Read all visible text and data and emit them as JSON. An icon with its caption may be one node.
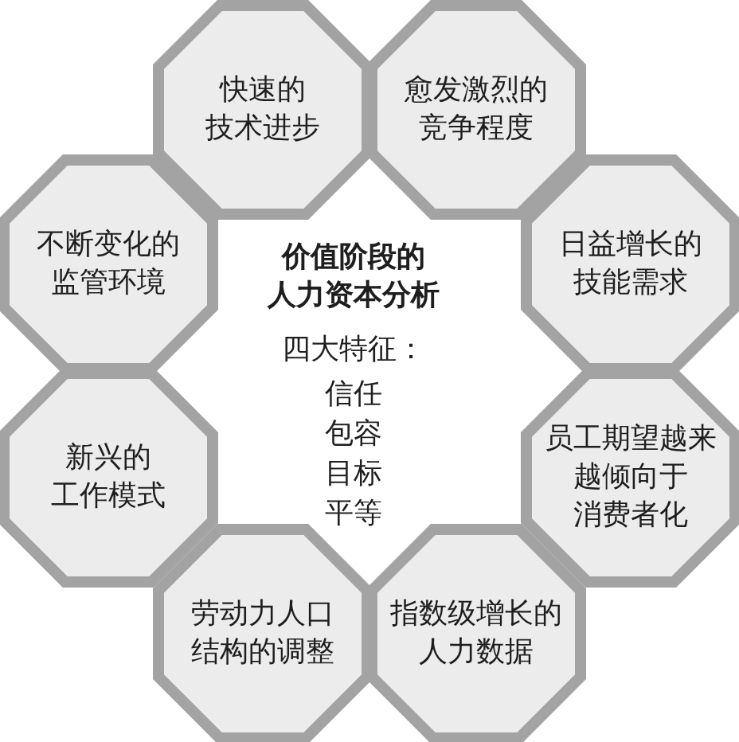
{
  "diagram": {
    "nodes": [
      {
        "text": [
          "快速的技术进步"
        ]
      },
      {
        "text": [
          "愈发激烈的竞争程度"
        ]
      },
      {
        "text": [
          "不断变化的监管环境"
        ]
      },
      {
        "text": [
          "日益增长的技能需求"
        ]
      },
      {
        "text": [
          "新兴的工作模式"
        ]
      },
      {
        "text": [
          "员工期望越来越倾向于消费者化"
        ]
      },
      {
        "text": [
          "劳动力人口结构的调整"
        ]
      },
      {
        "text": [
          "指数级增长的人力数据"
        ]
      }
    ],
    "labels": [
      "价值阶段的人力资本分析",
      "四大特征：",
      "信任",
      "包容",
      "目标",
      "平等"
    ]
  }
}
